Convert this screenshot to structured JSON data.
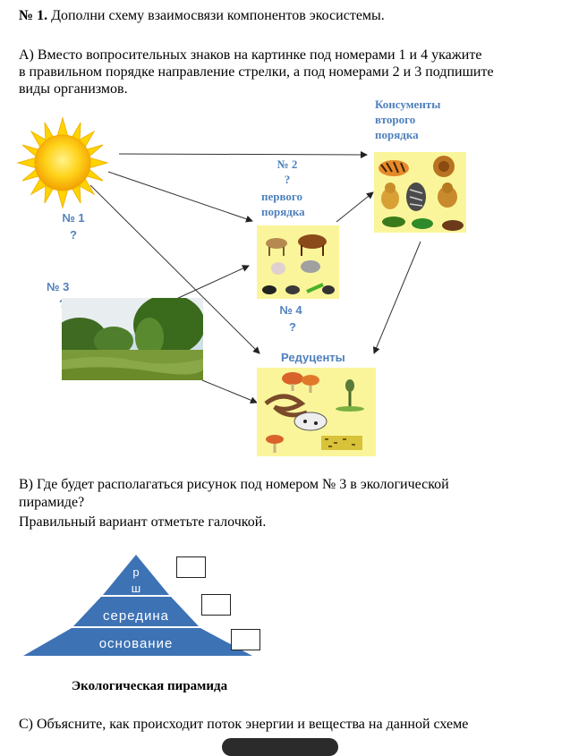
{
  "task": {
    "number": "№ 1.",
    "title": "Дополни схему взаимосвязи компонентов экосистемы.",
    "part_a": [
      "А) Вместо вопросительных знаков на картинке под номерами 1 и 4 укажите",
      "в правильном порядке направление стрелки, а под номерами 2 и 3 подпишите",
      "виды организмов."
    ]
  },
  "diagram": {
    "consumers2": [
      "Консументы",
      "второго",
      "порядка"
    ],
    "label2": [
      "№ 2",
      "?",
      "первого",
      "порядка"
    ],
    "label1": [
      "№ 1",
      "?"
    ],
    "label3": [
      "№ 3",
      "?"
    ],
    "label4": [
      "№ 4",
      "?"
    ],
    "reducers": "Редуценты"
  },
  "part_b": [
    "В) Где будет располагаться рисунок под номером № 3 в экологической",
    "пирамиде?",
    "Правильный вариант отметьте галочкой."
  ],
  "pyramid": {
    "top": [
      "р",
      "ш"
    ],
    "middle": "середина",
    "base": "основание",
    "caption": "Экологическая пирамида"
  },
  "part_c": "С) Объясните, как происходит поток энергии и вещества на  данной схеме",
  "colors": {
    "label_blue": "#4f81bd",
    "pyramid_fill": "#3d72b5",
    "card_yellow": "#faf59a"
  }
}
